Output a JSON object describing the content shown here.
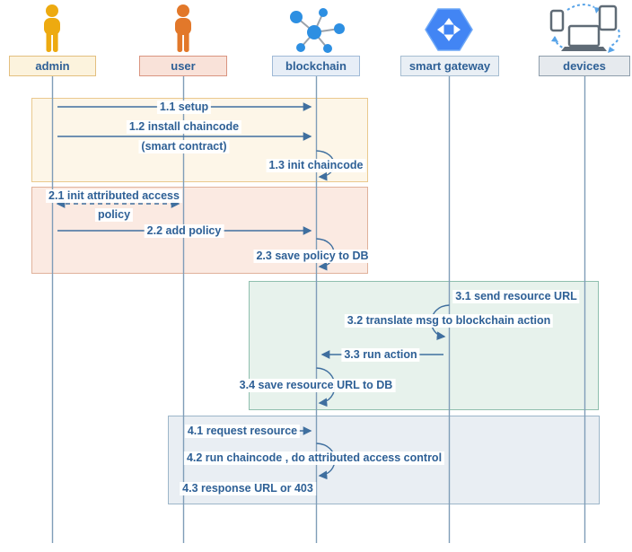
{
  "diagram_type": "sequence-diagram",
  "palette": {
    "text_blue": "#2e6096",
    "lifeline": "#7f9db8",
    "arrow": "#3f6f9f",
    "admin_icon": "#edaa10",
    "user_icon": "#e2782a",
    "network_icon": "#2d8fe2",
    "gateway_icon": "#4285f4",
    "devices_icon": "#5f6b76",
    "sync_arrows": "#57a3e8",
    "group1_fill": "#fdf6e8",
    "group1_border": "#eac98e",
    "group2_fill": "#fbeae2",
    "group2_border": "#e0b29b",
    "group3_fill": "#e7f2ec",
    "group3_border": "#8fbfae",
    "group4_fill": "#e9eef3",
    "group4_border": "#9db6c9"
  },
  "actors": [
    {
      "label": "admin",
      "icon": "person-icon"
    },
    {
      "label": "user",
      "icon": "person-icon"
    },
    {
      "label": "blockchain",
      "icon": "network-icon"
    },
    {
      "label": "smart gateway",
      "icon": "gateway-hexagon-icon"
    },
    {
      "label": "devices",
      "icon": "devices-sync-icon"
    }
  ],
  "messages": [
    {
      "id": "1.1",
      "label": "1.1 setup",
      "from": "admin",
      "to": "blockchain",
      "line": "solid"
    },
    {
      "id": "1.2",
      "label": "1.2 install chaincode",
      "label2": "(smart contract)",
      "from": "admin",
      "to": "blockchain",
      "line": "solid"
    },
    {
      "id": "1.3",
      "label": "1.3 init chaincode",
      "from": "blockchain",
      "to": "blockchain",
      "line": "self-loop"
    },
    {
      "id": "2.1",
      "label": "2.1 init attributed access",
      "label2": "policy",
      "from": "admin",
      "to": "user",
      "line": "dashed-double-arrow"
    },
    {
      "id": "2.2",
      "label": "2.2 add policy",
      "from": "admin",
      "to": "blockchain",
      "line": "solid"
    },
    {
      "id": "2.3",
      "label": "2.3 save policy to DB",
      "from": "blockchain",
      "to": "blockchain",
      "line": "self-loop"
    },
    {
      "id": "3.1",
      "label": "3.1 send resource URL",
      "from": "devices",
      "to": "smart gateway",
      "line": "solid"
    },
    {
      "id": "3.2",
      "label": "3.2 translate msg to blockchain action",
      "from": "smart gateway",
      "to": "smart gateway",
      "line": "self-loop"
    },
    {
      "id": "3.3",
      "label": "3.3 run action",
      "from": "smart gateway",
      "to": "blockchain",
      "line": "solid"
    },
    {
      "id": "3.4",
      "label": "3.4 save resource URL to DB",
      "from": "blockchain",
      "to": "blockchain",
      "line": "self-loop"
    },
    {
      "id": "4.1",
      "label": "4.1 request resource",
      "from": "user",
      "to": "blockchain",
      "line": "solid"
    },
    {
      "id": "4.2",
      "label": "4.2 run chaincode ,  do attributed access control",
      "from": "blockchain",
      "to": "blockchain",
      "line": "self-loop"
    },
    {
      "id": "4.3",
      "label": "4.3 response URL  or 403",
      "from": "blockchain",
      "to": "user",
      "line": "label-only"
    }
  ]
}
